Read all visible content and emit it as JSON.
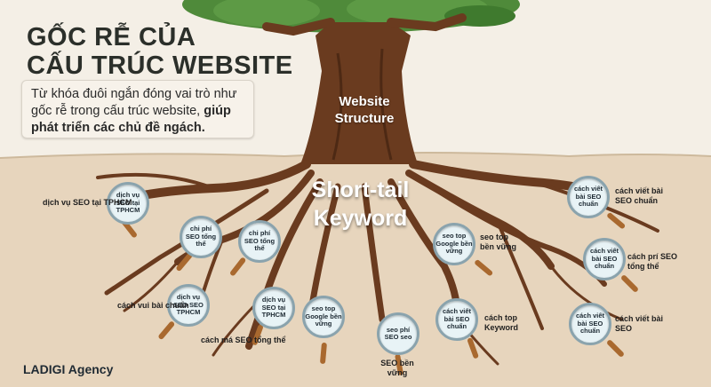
{
  "title_lines": [
    "GỐC RỄ CỦA",
    "CẤU TRÚC WEBSITE"
  ],
  "callout": {
    "normal": "Từ khóa đuôi ngắn đóng vai trò như gốc rễ trong cấu trúc website,",
    "bold": "giúp phát triển các chủ đề ngách."
  },
  "trunk_label": "Website Structure",
  "center_label": "Short-tail Keyword",
  "lenses": [
    {
      "text": "dịch vụ SEO tại TPHCM",
      "label": "dịch vụ SEO tại TPHCM"
    },
    {
      "text": "chi phí SEO tổng thể",
      "label": ""
    },
    {
      "text": "chi phí SEO tổng thể",
      "label": ""
    },
    {
      "text": "dịch vụ SEO SEO TPHCM",
      "label": "cách vui bài chuẩn"
    },
    {
      "text": "dịch vụ SEO tại TPHCM",
      "label": "cách má SEO tổng thể"
    },
    {
      "text": "seo top Google bền vững",
      "label": ""
    },
    {
      "text": "seo phí SEO seo",
      "label": "SEO bền vững"
    },
    {
      "text": "seo top Google bền vững",
      "label": "seo top bền vững"
    },
    {
      "text": "cách viết bài SEO chuẩn",
      "label": "cách top Keyword"
    },
    {
      "text": "cách viết bài SEO chuẩn",
      "label": "cách viết bài SEO chuẩn"
    },
    {
      "text": "cách viết bài SEO chuẩn",
      "label": "cách prí SEO tổng thể"
    },
    {
      "text": "cách viết bài SEO chuẩn",
      "label": "cách viết bài SEO"
    }
  ],
  "agency": "LADIGI Agency",
  "colors": {
    "soil": "#e7d5bd",
    "sky": "#f4efe6",
    "root": "#6a3b1f",
    "canopy": "#4f8a3a",
    "lens_ring": "#8aa3ad",
    "handle": "#a9692f"
  }
}
